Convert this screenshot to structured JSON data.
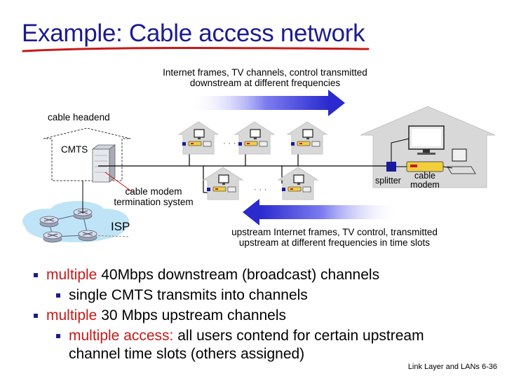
{
  "title": "Example: Cable access network",
  "diagram": {
    "downstream_label_line1": "Internet frames, TV channels, control  transmitted",
    "downstream_label_line2": "downstream at different frequencies",
    "upstream_label_line1": "upstream Internet frames, TV control,  transmitted",
    "upstream_label_line2": "upstream at different frequencies in time slots",
    "headend_label": "cable headend",
    "cmts_label": "CMTS",
    "cmts_callout_line1": "cable modem",
    "cmts_callout_line2": "termination system",
    "isp_label": "ISP",
    "splitter_label": "splitter",
    "modem_label_line1": "cable",
    "modem_label_line2": "modem",
    "ellipsis": "· · ·",
    "colors": {
      "arrow": "#3a3ad6",
      "cable": "#000000",
      "house": "#d8d8d8",
      "cloud": "#bfe4f7",
      "callout": "#c81818"
    }
  },
  "bullets": [
    {
      "level": 1,
      "red": "multiple",
      "rest": " 40Mbps downstream (broadcast) channels"
    },
    {
      "level": 2,
      "red": "",
      "rest": "single CMTS transmits into channels"
    },
    {
      "level": 1,
      "red": "multiple",
      "rest": " 30 Mbps upstream channels"
    },
    {
      "level": 2,
      "red": "multiple access:",
      "rest": " all users contend for certain upstream channel time slots (others assigned)"
    }
  ],
  "footer": "Link Layer and LANs  6-36"
}
